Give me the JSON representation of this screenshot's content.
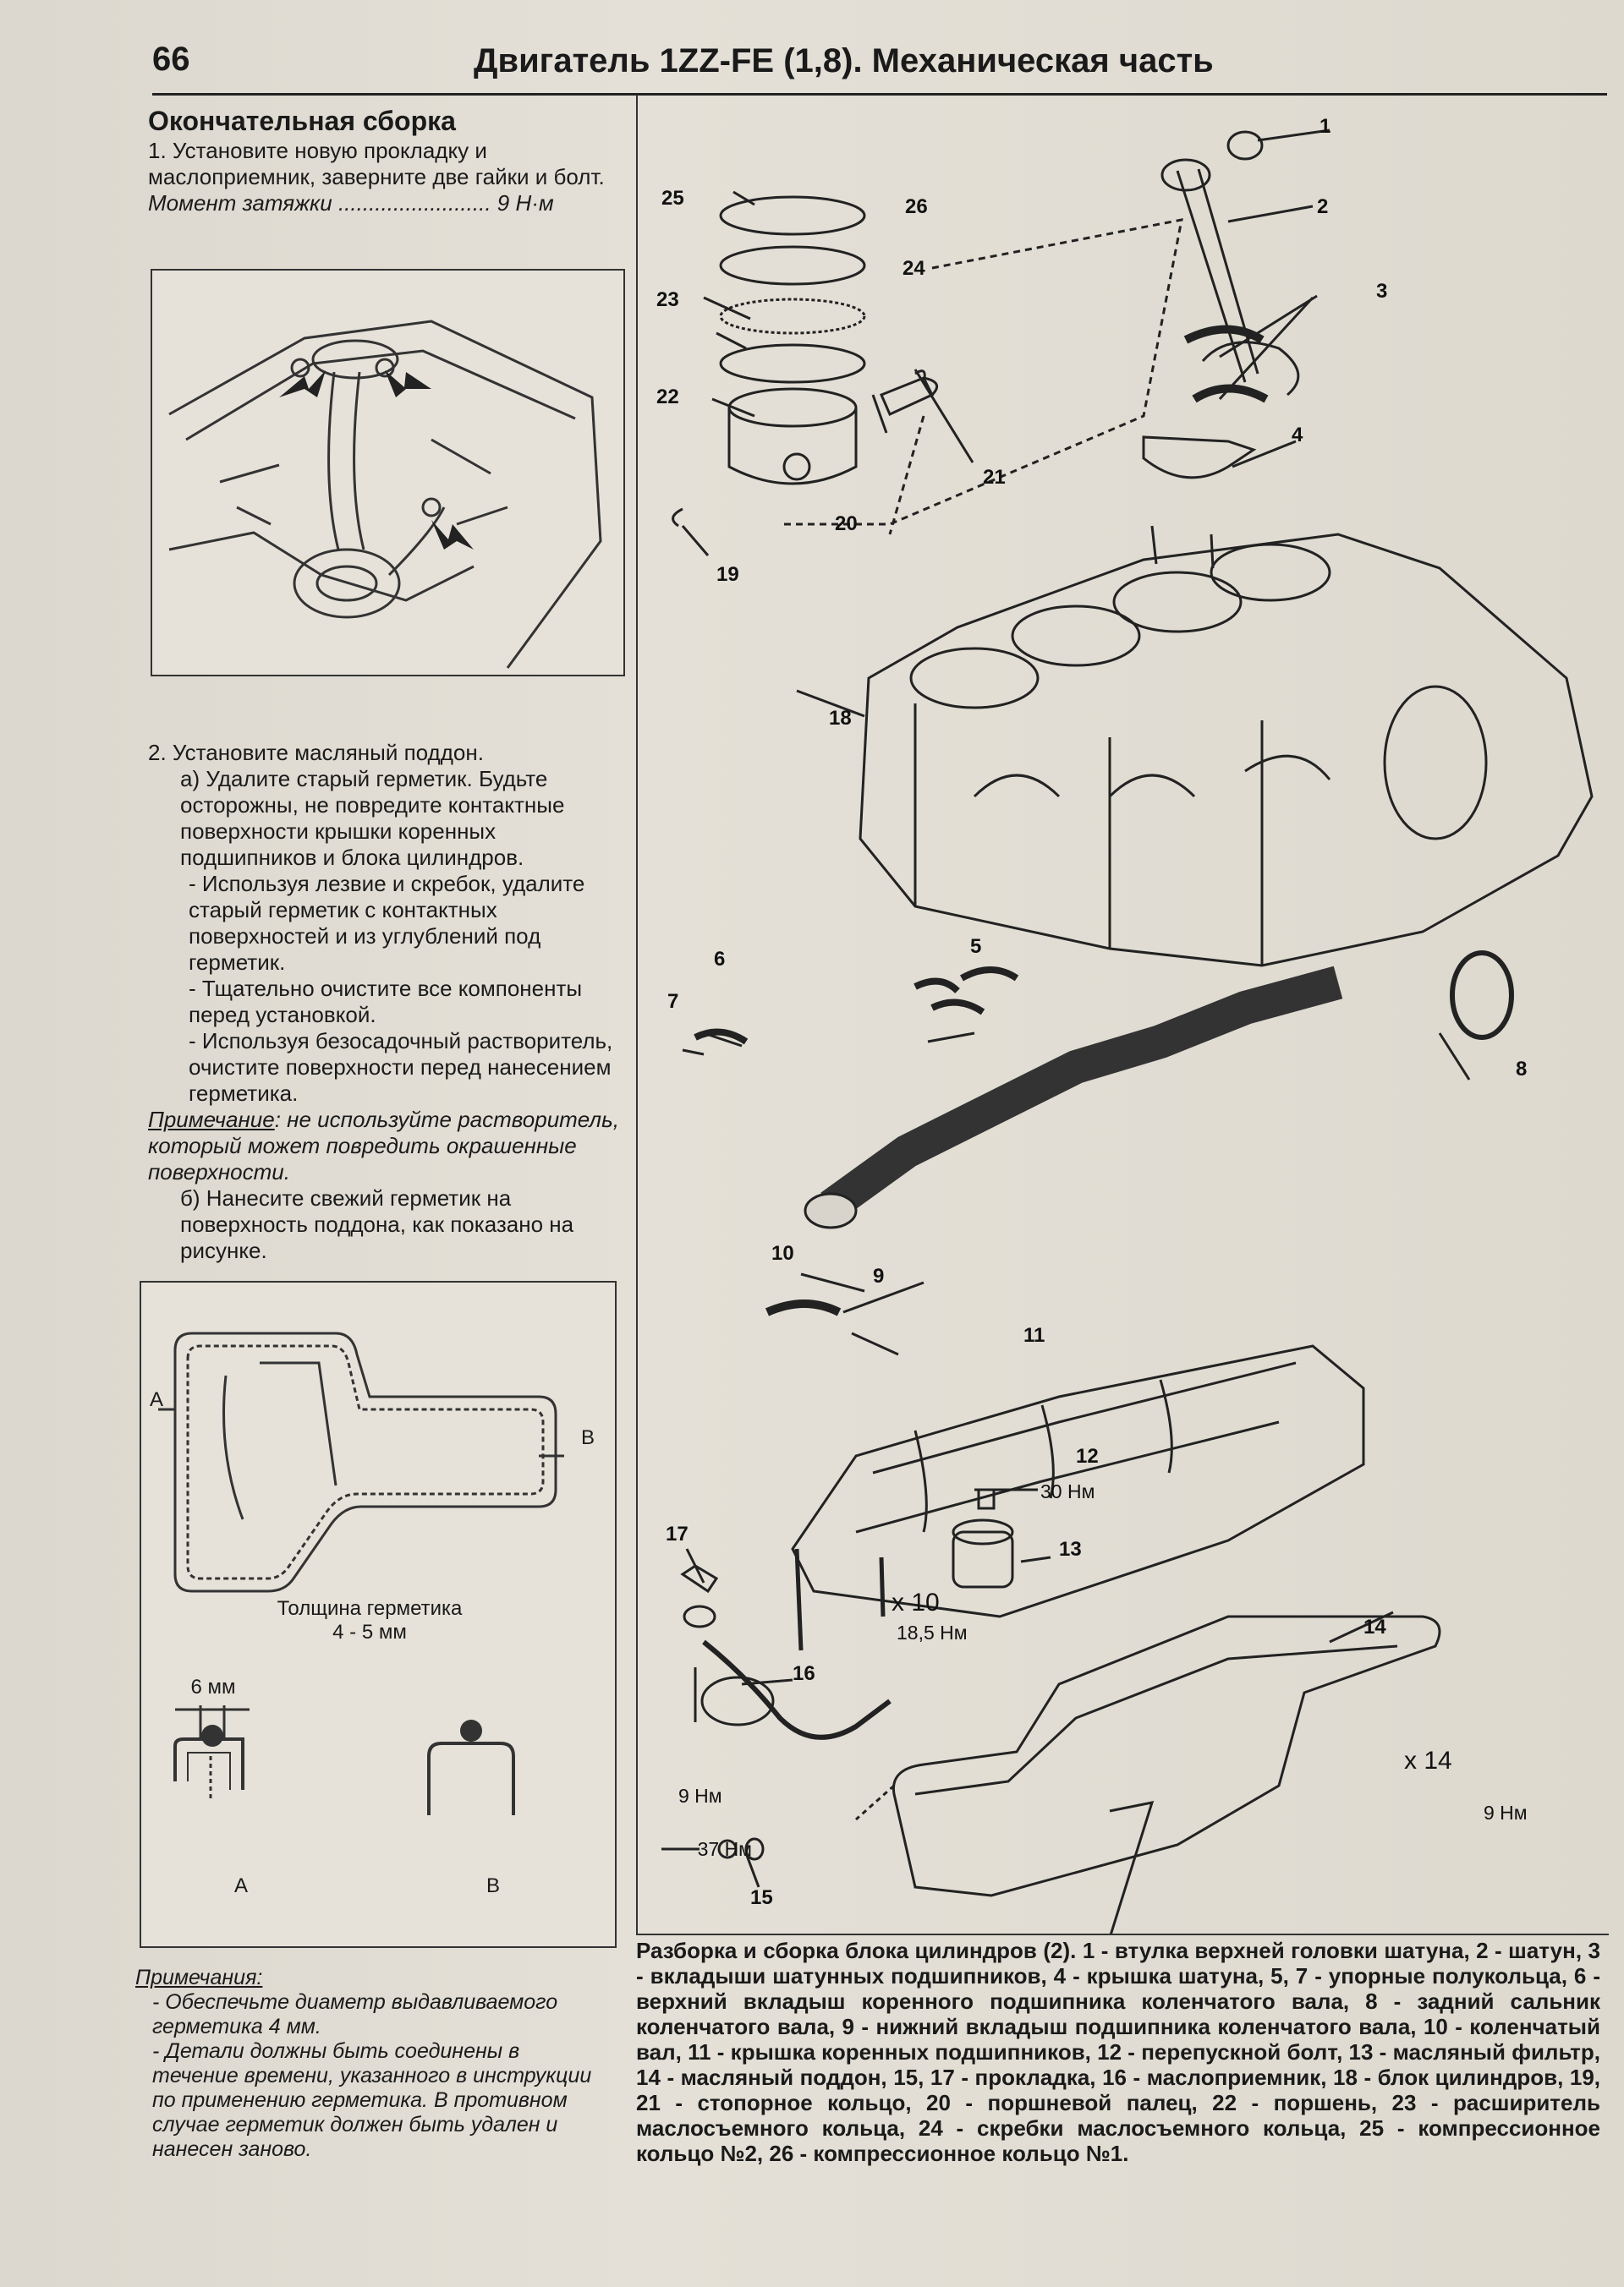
{
  "header": {
    "page_number": "66",
    "chapter_title": "Двигатель 1ZZ-FE (1,8). Механическая часть"
  },
  "section": {
    "title": "Окончательная сборка",
    "step1": "1. Установите новую прокладку и маслоприемник, заверните две гайки и болт.",
    "torque": "Момент затяжки ......................... 9 Н·м",
    "step2": "2. Установите масляный поддон.",
    "step2a": "а) Удалите старый герметик. Будьте осторожны, не повредите контактные поверхности крышки коренных подшипников и блока цилиндров.",
    "bullet1": "- Используя лезвие и скребок, удалите старый герметик с контактных поверхностей и из углублений под герметик.",
    "bullet2": "- Тщательно очистите все компоненты перед установкой.",
    "bullet3": "- Используя безосадочный растворитель, очистите поверхности перед нанесением герметика.",
    "note_head": "Примечание",
    "note_text": ": не используйте растворитель, который может повредить окрашенные поверхности.",
    "step2b": "б) Нанесите свежий герметик на поверхность поддона, как показано на рисунке."
  },
  "figure2": {
    "label_a": "A",
    "label_b": "B",
    "thickness_label": "Толщина герметика",
    "thickness_value": "4 - 5 мм",
    "dim_label": "6 мм",
    "detail_a": "A",
    "detail_b": "B"
  },
  "bottom_notes": {
    "head": "Примечания:",
    "item1": "- Обеспечьте диаметр выдавливаемого герметика 4 мм.",
    "item2": "- Детали должны быть соединены в течение времени, указанного в инструкции по применению герметика. В противном случае герметик должен быть удален и нанесен заново."
  },
  "diagram": {
    "callouts": {
      "c1": "1",
      "c2": "2",
      "c3": "3",
      "c4": "4",
      "c5": "5",
      "c6": "6",
      "c7": "7",
      "c8": "8",
      "c9": "9",
      "c10": "10",
      "c11": "11",
      "c12": "12",
      "c13": "13",
      "c14": "14",
      "c15": "15",
      "c16": "16",
      "c17": "17",
      "c18": "18",
      "c19": "19",
      "c20": "20",
      "c21": "21",
      "c22": "22",
      "c23": "23",
      "c24": "24",
      "c25": "25",
      "c26": "26"
    },
    "torques": {
      "t30": "30 Нм",
      "x10": "x 10",
      "t185": "18,5 Нм",
      "x14": "x 14",
      "t9a": "9 Нм",
      "t9b": "9 Нм",
      "t37": "37 Нм"
    }
  },
  "caption": "Разборка и сборка блока цилиндров (2). 1 - втулка верхней головки шатуна, 2 - шатун, 3 - вкладыши шатунных подшипников, 4 - крышка шатуна, 5, 7 - упорные полукольца, 6 - верхний вкладыш коренного подшипника коленчатого вала, 8 - задний сальник коленчатого вала, 9 - нижний вкладыш подшипника коленчатого вала, 10 - коленчатый вал, 11 - крышка коренных подшипников, 12 - перепускной болт, 13 - масляный фильтр, 14 - масляный поддон, 15, 17 - прокладка, 16 - маслоприемник, 18 - блок цилиндров, 19, 21 - стопорное кольцо, 20 - поршневой палец, 22 - поршень, 23 - расширитель маслосъемного кольца, 24 - скребки маслосъемного кольца, 25 - компрессионное кольцо №2, 26 - компрессионное кольцо №1."
}
